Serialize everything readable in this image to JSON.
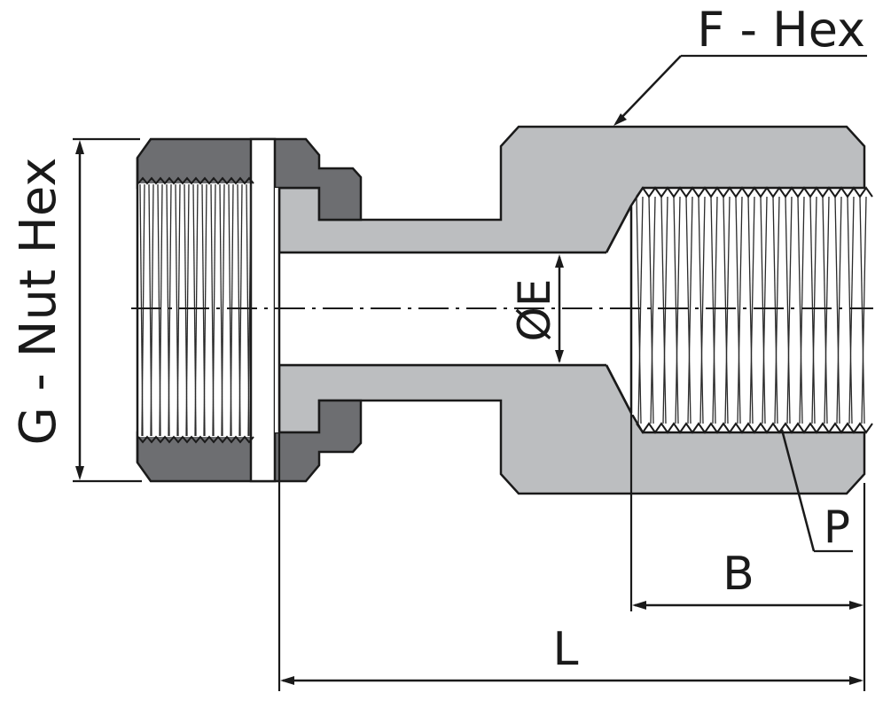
{
  "labels": {
    "f_hex": "F - Hex",
    "g_nut_hex": "G - Nut Hex",
    "diameter_e": "ØE",
    "p": "P",
    "b": "B",
    "l": "L"
  },
  "colors": {
    "body_fill": "#bcbec0",
    "nut_fill": "#6d6e71",
    "outline": "#1a1a1a",
    "background": "#ffffff"
  }
}
